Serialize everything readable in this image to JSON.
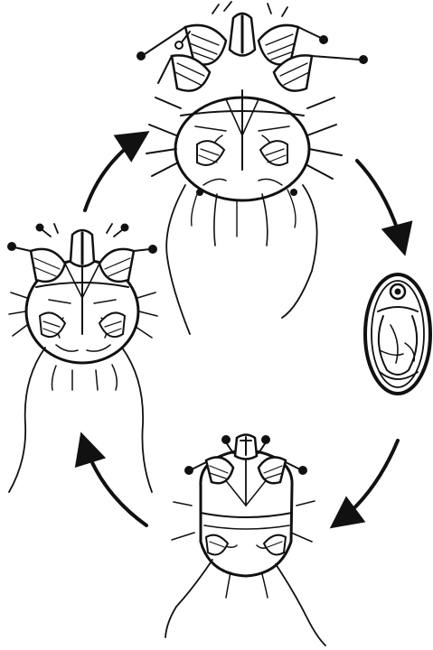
{
  "diagram": {
    "type": "life-cycle",
    "subject": "mite",
    "stages": [
      {
        "id": "adult",
        "icon": "adult-mite-icon"
      },
      {
        "id": "egg",
        "icon": "egg-icon"
      },
      {
        "id": "larva",
        "icon": "larva-icon"
      },
      {
        "id": "nymph",
        "icon": "nymph-icon"
      }
    ],
    "arrows": [
      {
        "from": "adult",
        "to": "egg"
      },
      {
        "from": "egg",
        "to": "larva"
      },
      {
        "from": "larva",
        "to": "nymph"
      },
      {
        "from": "nymph",
        "to": "adult"
      }
    ],
    "colors": {
      "ink": "#111111",
      "paper": "#ffffff"
    }
  }
}
